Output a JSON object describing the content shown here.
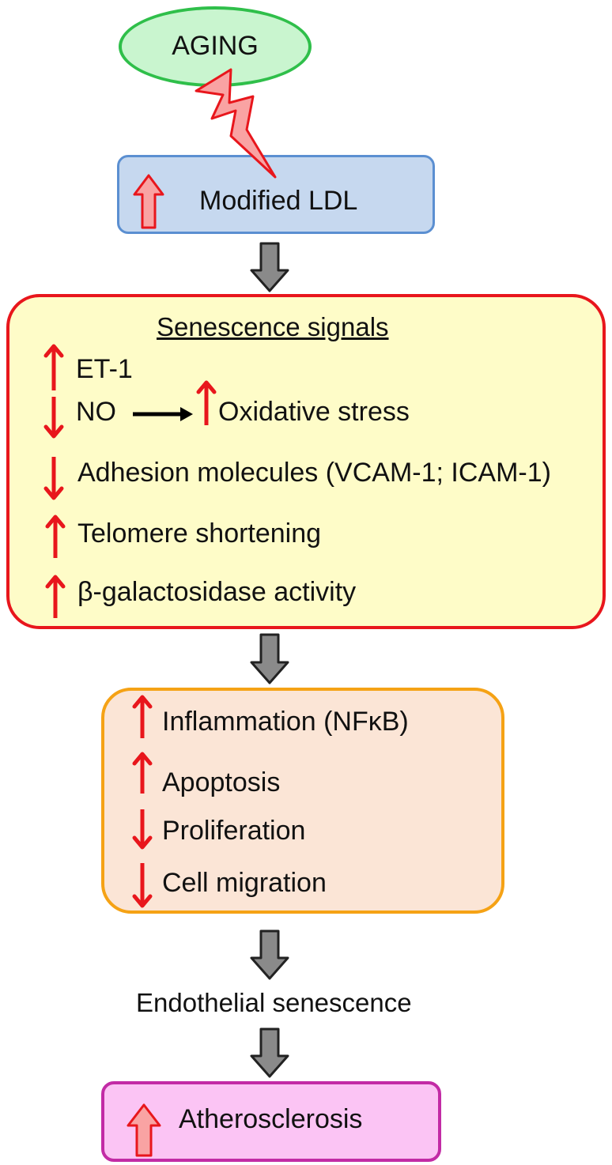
{
  "nodes": {
    "aging": "AGING",
    "modified_ldl": "Modified LDL",
    "senescence_title": "Senescence signals",
    "endothelial_senescence": "Endothelial senescence",
    "atherosclerosis": "Atherosclerosis"
  },
  "senescence_signals": [
    {
      "label": "ET-1",
      "direction": "up"
    },
    {
      "label": "NO",
      "direction": "down",
      "leads_to": {
        "label": "Oxidative stress",
        "direction": "up"
      }
    },
    {
      "label": "Adhesion molecules (VCAM-1; ICAM-1)",
      "direction": "down"
    },
    {
      "label": "Telomere shortening",
      "direction": "up"
    },
    {
      "label": "β-galactosidase activity",
      "direction": "up"
    }
  ],
  "cell_effects": [
    {
      "label": "Inflammation (NFκB)",
      "direction": "up"
    },
    {
      "label": "Apoptosis",
      "direction": "up"
    },
    {
      "label": "Proliferation",
      "direction": "down"
    },
    {
      "label": "Cell migration",
      "direction": "down"
    }
  ],
  "colors": {
    "aging_fill": "#c9f5cf",
    "aging_stroke": "#2fbf4a",
    "ldl_fill": "#c6d8ef",
    "ldl_stroke": "#5b8fd1",
    "signals_fill": "#fefcc8",
    "signals_stroke": "#e8161c",
    "effects_fill": "#fbe5d6",
    "effects_stroke": "#f5a215",
    "ath_fill": "#fbc4f4",
    "ath_stroke": "#c22ba5",
    "indicator": "#e8161c",
    "flow_arrow": "#8a8a8a"
  }
}
